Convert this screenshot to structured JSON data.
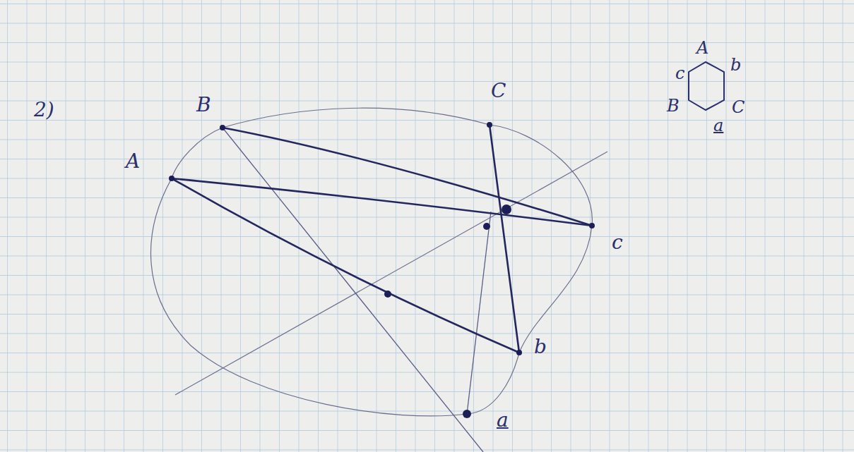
{
  "diagram": {
    "labels": [
      "2)",
      "B",
      "C",
      "A",
      "A",
      "c",
      "b",
      "B",
      "C",
      "a",
      "c",
      "b",
      "a"
    ]
  }
}
